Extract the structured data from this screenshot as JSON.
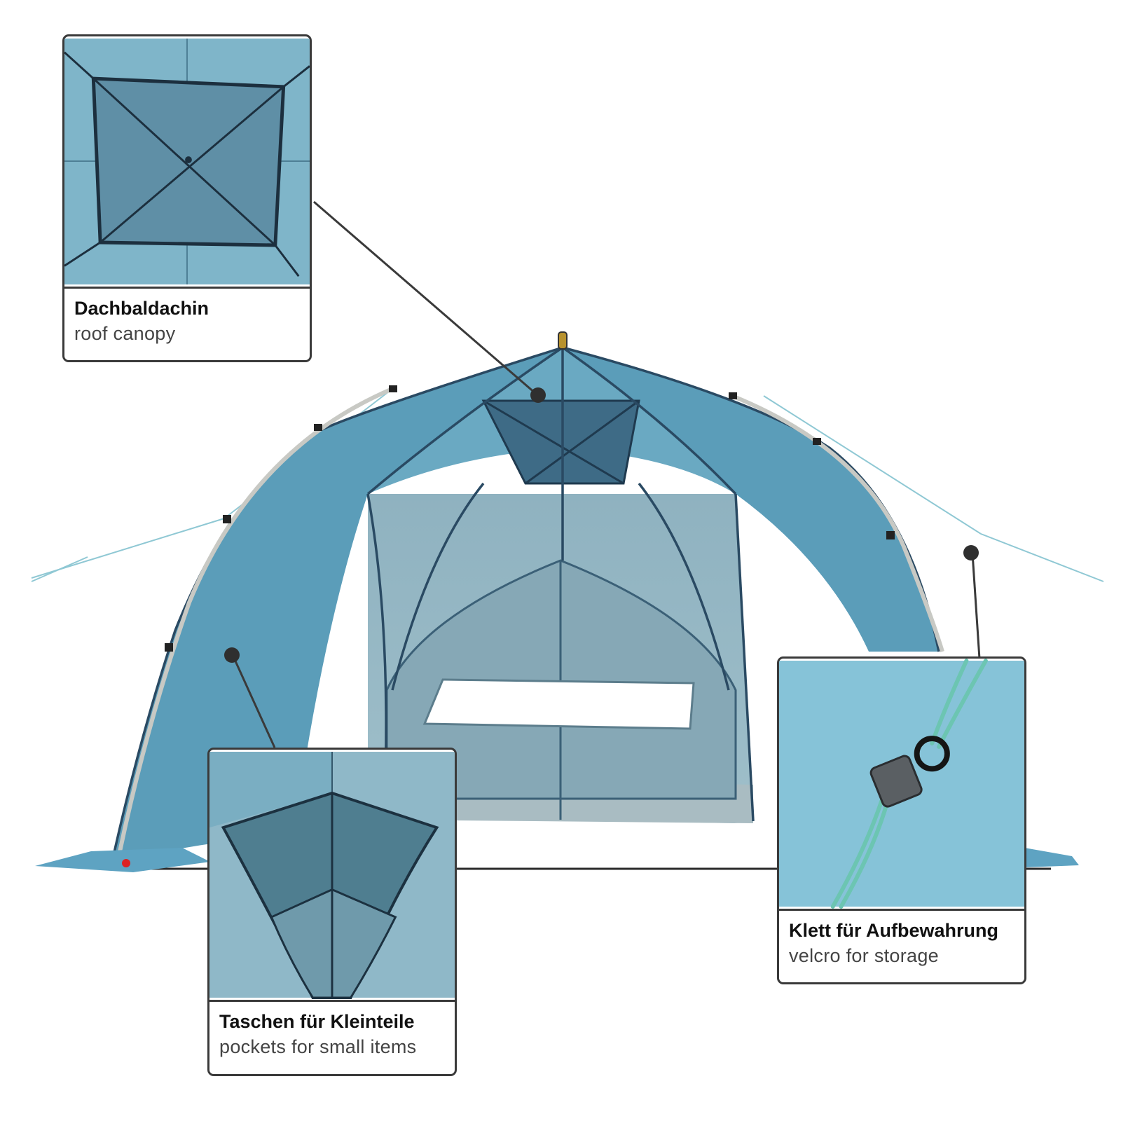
{
  "colors": {
    "tent_main": "#5fa2bd",
    "tent_light": "#7fb8cc",
    "tent_dark": "#2f4f6a",
    "back_panel": "#96b8c4",
    "cord": "#6cc5b2",
    "frame": "#3a3a3a"
  },
  "callouts": [
    {
      "id": "roof",
      "title": "Dachbaldachin",
      "subtitle": "roof canopy"
    },
    {
      "id": "pockets",
      "title": "Taschen für Kleinteile",
      "subtitle": "pockets for small items"
    },
    {
      "id": "velcro",
      "title": "Klett für Aufbewahrung",
      "subtitle": "velcro for storage"
    }
  ]
}
